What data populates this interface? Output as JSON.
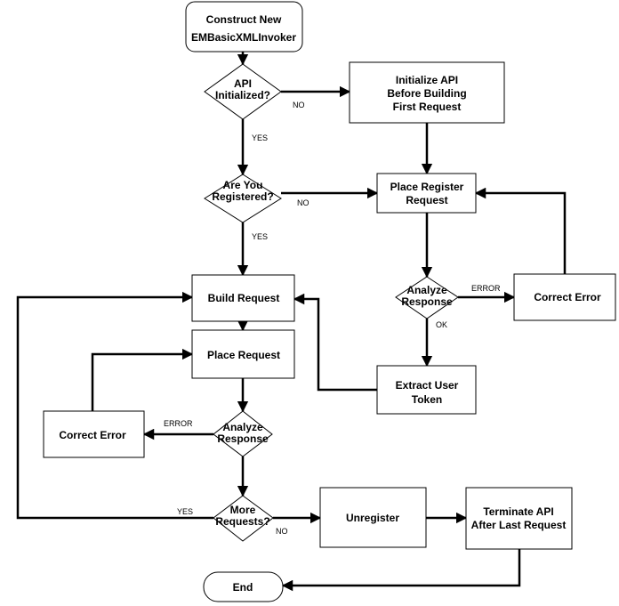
{
  "nodes": {
    "construct": [
      "Construct New",
      "EMBasicXMLInvoker"
    ],
    "api_init_q": [
      "API",
      "Initialized?"
    ],
    "init_api": [
      "Initialize API",
      "Before Building",
      "First Request"
    ],
    "registered_q": [
      "Are You",
      "Registered?"
    ],
    "place_register": [
      "Place Register",
      "Request"
    ],
    "analyze_right": [
      "Analyze",
      "Response"
    ],
    "correct_right": [
      "Correct Error"
    ],
    "build_request": [
      "Build Request"
    ],
    "place_request": [
      "Place Request"
    ],
    "extract_token": [
      "Extract User",
      "Token"
    ],
    "correct_left": [
      "Correct Error"
    ],
    "analyze_left": [
      "Analyze",
      "Response"
    ],
    "more_q": [
      "More",
      "Requests?"
    ],
    "unregister": [
      "Unregister"
    ],
    "terminate": [
      "Terminate API",
      "After Last Request"
    ],
    "end": [
      "End"
    ]
  },
  "labels": {
    "no_api": "NO",
    "yes_api": "YES",
    "no_reg": "NO",
    "yes_reg": "YES",
    "error_right": "ERROR",
    "ok_right": "OK",
    "error_left": "ERROR",
    "yes_more": "YES",
    "no_more": "NO"
  }
}
